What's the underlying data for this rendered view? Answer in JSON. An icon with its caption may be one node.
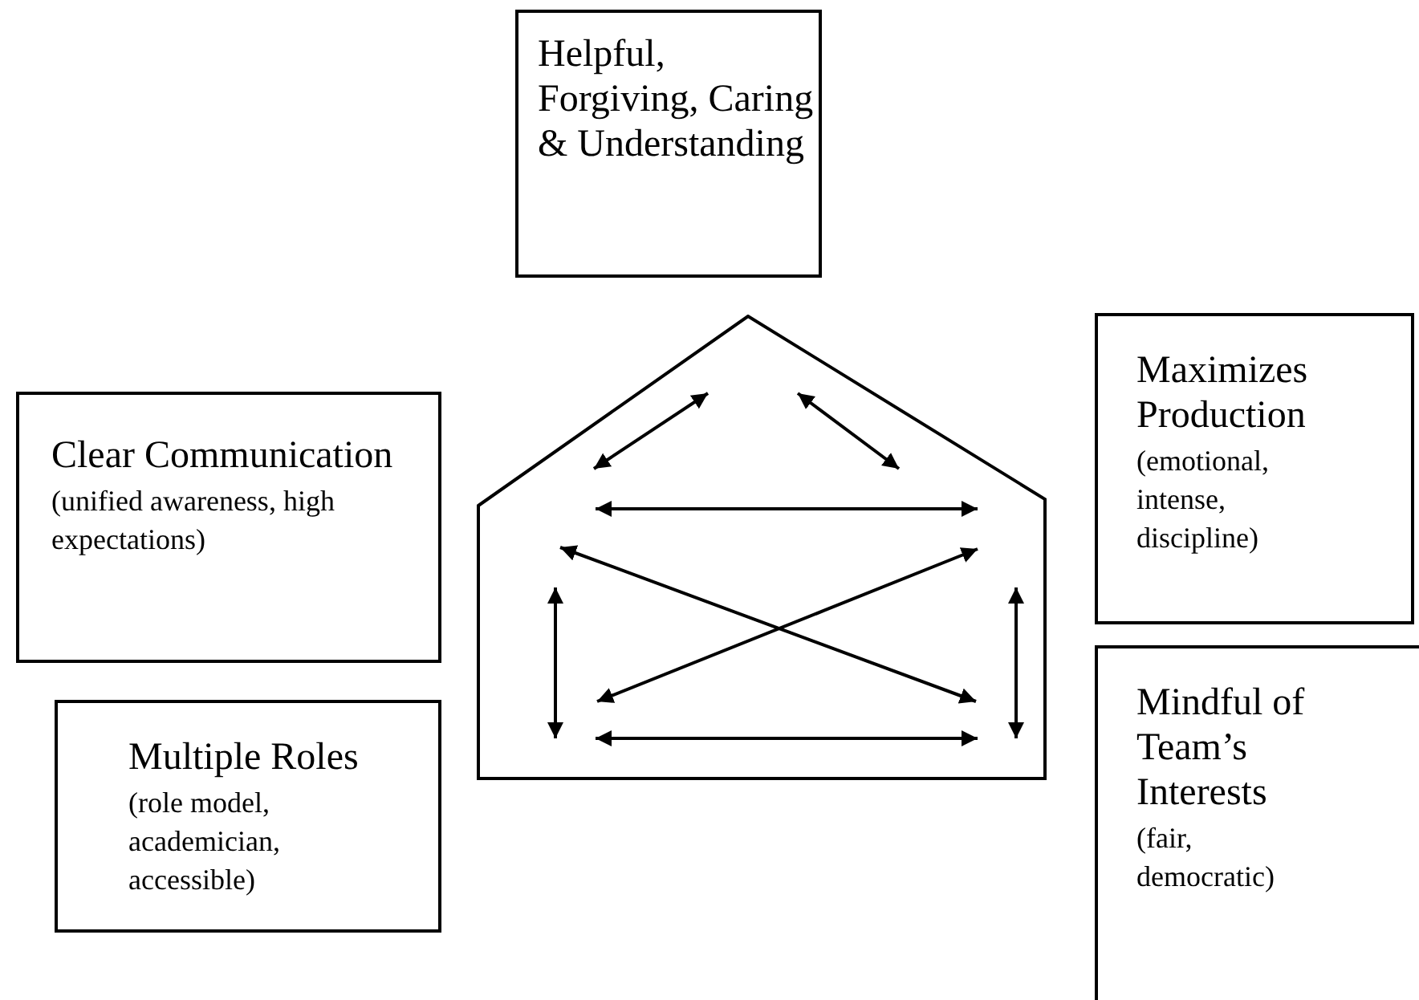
{
  "diagram": {
    "nodes": [
      {
        "text": [
          "Helpful, Forgiving, Caring & Understanding"
        ]
      },
      {
        "text": [
          "Clear Communication",
          "(unified awareness, high expectations)"
        ]
      },
      {
        "text": [
          "Maximizes Production",
          "(emotional, intense, discipline)"
        ]
      },
      {
        "text": [],
        "shape": "house"
      },
      {
        "text": [
          "Multiple Roles",
          "(role model, academician, accessible)"
        ]
      },
      {
        "text": [
          "Mindful of Team’s Interests",
          "(fair, democratic)"
        ]
      }
    ]
  }
}
